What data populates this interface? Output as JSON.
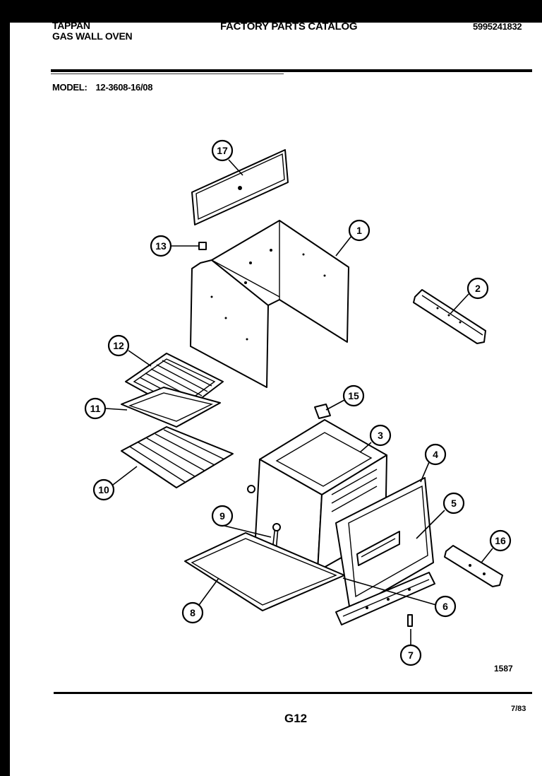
{
  "header": {
    "brand": "TAPPAN",
    "product": "GAS WALL OVEN",
    "catalog_title": "FACTORY PARTS CATALOG",
    "catalog_number": "5995241832",
    "model_label": "MODEL:",
    "model_number": "12-3608-16/08"
  },
  "footer": {
    "drawing_number": "1587",
    "page_number": "G12",
    "date": "7/83"
  },
  "callouts": [
    "17",
    "13",
    "1",
    "2",
    "12",
    "11",
    "10",
    "15",
    "3",
    "4",
    "5",
    "9",
    "16",
    "8",
    "6",
    "7"
  ]
}
